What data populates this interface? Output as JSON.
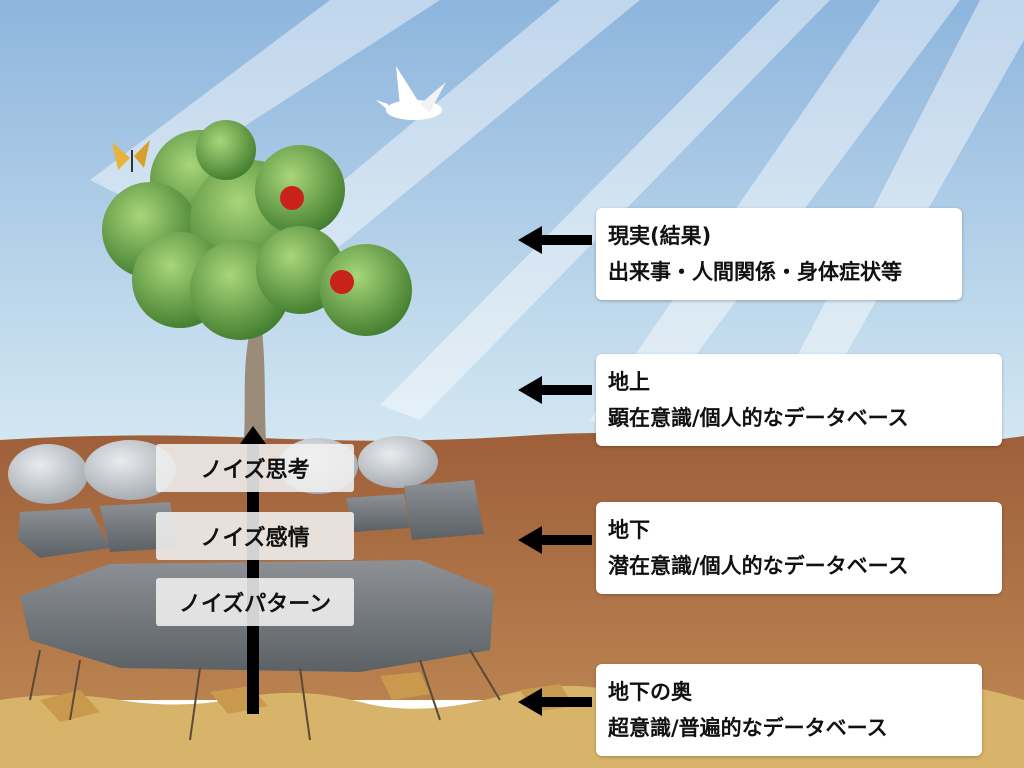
{
  "layers": [
    {
      "key": "reality",
      "title": "現実(結果)",
      "description": "出来事・人間関係・身体症状等"
    },
    {
      "key": "ground",
      "title": "地上",
      "description": "顕在意識/個人的なデータベース"
    },
    {
      "key": "underground",
      "title": "地下",
      "description": "潜在意識/個人的なデータベース"
    },
    {
      "key": "deep",
      "title": "地下の奥",
      "description": "超意識/普遍的なデータベース"
    }
  ],
  "noise": [
    "ノイズ思考",
    "ノイズ感情",
    "ノイズパターン"
  ],
  "colors": {
    "sky_top": "#8fb7de",
    "sky_bottom": "#cfe4f1",
    "soil": "#a86b43",
    "deep_soil": "#d9b56c",
    "leaf": "#5d9a3e",
    "trunk": "#9b8d7a",
    "arrow": "#000000"
  }
}
